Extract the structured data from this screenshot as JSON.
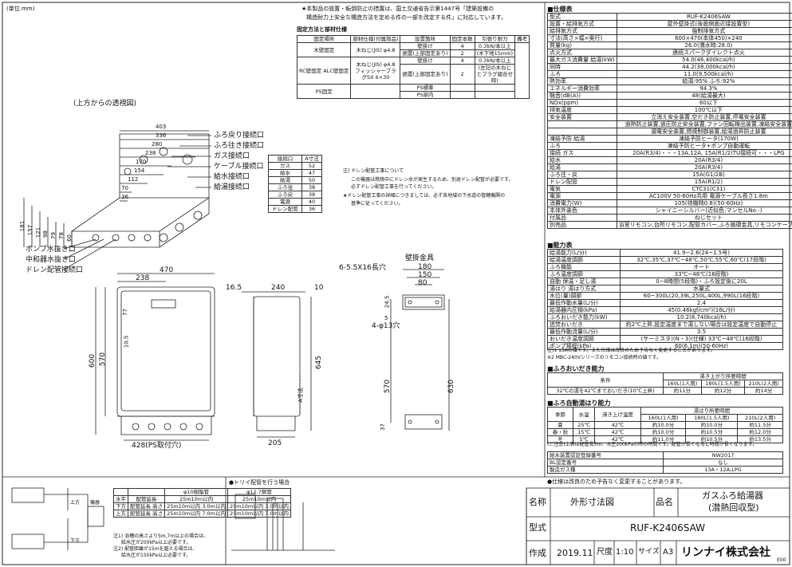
{
  "unit_note": "(単位:mm)",
  "top_note_1": "★本製品の設置・転倒防止の措置は、国土交通省告示第1447号「建築設備の",
  "top_note_2": "構造耐力上安全な構造方法を定める件の一部を改定する件」に対応しています。",
  "fix_title": "固定方法と部材仕様",
  "fix_headers": [
    "固定場所",
    "部材仕様(付属部品)",
    "設置箇所",
    "固定本数",
    "引張り耐力",
    "備考"
  ],
  "fix_rows": [
    [
      "木壁固定",
      "木ねじ(JIS) φ4.8",
      "壁掛け",
      "4",
      "0.3kN/本以上"
    ],
    [
      "",
      "",
      "据置(上部固定あり)",
      "2",
      "(木下地15mm)"
    ],
    [
      "RC壁固定 ALC壁固定",
      "木ねじ(JIS) φ4.8 フィッシャープラグSX 6×30",
      "壁掛け",
      "4",
      "0.3kN/本以上"
    ],
    [
      "",
      "",
      "据置(上部固定あり)",
      "2",
      "(左記の木ねじとプラグ組合せ時)"
    ],
    [
      "PS固定",
      "",
      "PS標準",
      "",
      ""
    ],
    [
      "",
      "",
      "PS扉内",
      "",
      ""
    ]
  ],
  "view_label": "(上方からの透視図)",
  "dims_top": [
    "403",
    "336",
    "280",
    "238",
    "170",
    "154",
    "112",
    "70",
    "36"
  ],
  "dims_side": [
    "181",
    "157",
    "121",
    "98",
    "79",
    "78",
    "60"
  ],
  "pipe_labels": [
    "ふろ戻り接続口",
    "ふろ往き接続口",
    "ガス接続口",
    "ケーブル接続口",
    "給水接続口",
    "給湯接続口"
  ],
  "bottom_labels": [
    "ポンプ水抜き口",
    "中和器水抜き口",
    "ドレン配管接続口"
  ],
  "a_table_headers": [
    "接続口",
    "A寸法"
  ],
  "a_table_rows": [
    [
      "ガス",
      "52"
    ],
    [
      "給水",
      "47"
    ],
    [
      "給湯",
      "50"
    ],
    [
      "ふろ往",
      "38"
    ],
    [
      "ふろ戻",
      "38"
    ],
    [
      "電源",
      "40"
    ],
    [
      "ドレン配管",
      "36"
    ]
  ],
  "drain_note_1": "注) ドレン配管工事について",
  "drain_note_2": "この機器は燃焼中にドレン水が発生するため、別途ドレン配管が必要です。",
  "drain_note_3": "必ずドレン配管工事を行ってください。",
  "drain_note_4": "★ドレン配管工事の詳細につきましては、必ず各地域の下水道の管轄機関の",
  "drain_note_5": "基準に従ってください。",
  "front_dims": {
    "w470": "470",
    "w238": "238",
    "h600": "600",
    "h570": "570",
    "d77": "77",
    "d105": "10.5",
    "w428": "428(PS取付穴)"
  },
  "side_dims": {
    "d165": "16.5",
    "d240": "240",
    "d10": "10",
    "h645": "645",
    "w205": "205",
    "a": "A寸法"
  },
  "bracket_title": "壁掛金具",
  "bracket_dims": {
    "hole": "6-5.5X16長穴",
    "w180": "180",
    "w150": "150",
    "w80": "80",
    "d245": "24.5",
    "d5": "5",
    "holes": "4-φ13穴",
    "h570": "570",
    "h630": "630",
    "d37": "37"
  },
  "spec_title": "■仕様表",
  "spec_rows": [
    [
      "型式",
      "RUF-K2406SAW"
    ],
    [
      "設置・給排気方式",
      "屋外壁掛式(後面側面近接設置型)"
    ],
    [
      "給排気方式",
      "強制排気方式"
    ],
    [
      "寸法(高さ×幅×奥行)",
      "600×470(本体450)×240"
    ],
    [
      "質量(kg)",
      "26.0(満水時:28.0)"
    ],
    [
      "点火方式",
      "連続スパークダイレクト点火"
    ],
    [
      "最大ガス消費量 給湯(kW)",
      "54.0(46,400kcal/h)"
    ],
    [
      "同時",
      "44.2(38,000kcal/h)"
    ],
    [
      "ふろ",
      "11.0(9,500kcal/h)"
    ],
    [
      "熱効率",
      "給湯:95% ふろ:92%"
    ],
    [
      "エネルギー消費効率",
      "94.3%"
    ],
    [
      "騒音(dB(A))",
      "48(給湯最大)"
    ],
    [
      "NOx(ppm)",
      "60以下"
    ],
    [
      "排気温度",
      "100℃以下"
    ],
    [
      "安全装置",
      "立消え安全装置,空だき防止装置,停電安全装置"
    ],
    [
      "",
      "過熱防止装置,過圧防止安全装置,ファン回転検出装置,凍結安全装置"
    ],
    [
      "",
      "漏電安全装置,燃焼制御装置,給湯過昇防止装置"
    ],
    [
      "凍結予防 給湯",
      "凍結予防ヒータ(170W)"
    ],
    [
      "ふろ",
      "凍結予防ヒータ+ポンプ自動運転"
    ],
    [
      "接続 ガス",
      "20A(R3/4)・・・13A,12A, 15A(R1/2)TU接続可・・・LPG"
    ],
    [
      "給水",
      "20A(R3/4)"
    ],
    [
      "給湯",
      "20A(R3/4)"
    ],
    [
      "ふろ往・戻",
      "15A(G1/2B)"
    ],
    [
      "ドレン配管",
      "15A(R1/2)"
    ],
    [
      "電気",
      "CTC31(C31)"
    ],
    [
      "電源",
      "AC100V 50-60Hz共用 電源ケーブル長さ1.8m"
    ],
    [
      "消費電力(W)",
      "105(待機時0.8)(50-60Hz)"
    ],
    [
      "本体外装色",
      "シャイニーシルバー(近似色:マンセルNo.-)"
    ],
    [
      "付属品",
      "ねじセット"
    ],
    [
      "別売品",
      "浴室リモコン,台所リモコン,配管カバー,ふろ循環金具,リモコンケーブル"
    ]
  ],
  "perf_title": "■能力表",
  "perf_rows": [
    [
      "給湯能力(L/分)",
      "41.9~2.6(24~1.5号)"
    ],
    [
      "給湯温度調節",
      "32℃,35℃,37℃~48℃,50℃,55℃,60℃(17段階)"
    ],
    [
      "ふろ機能",
      "オート"
    ],
    [
      "ふろ温度調節",
      "33℃~48℃(16段階)"
    ],
    [
      "自動 保温・足し湯",
      "0~8時間(5段階)・ふろ設定後に20L"
    ],
    [
      "湯はり 湯はり方式",
      "水量式"
    ],
    [
      "水位(量)調節",
      "60~300L(20,39L,250L,400L,990L(16段階)"
    ],
    [
      "最低作動水量(L/分)",
      "2.4"
    ],
    [
      "給湯器内圧損(kPa)",
      "45(0.46kgf/cm²)(16L/分)"
    ],
    [
      "ふろおいだき能力(kW)",
      "10.2(8,740kcal/h)"
    ],
    [
      "追焚おいだき",
      "約2℃上昇,設定温度まで湯しない場合は設定温度で自動停止"
    ],
    [
      "最低作動流量(L/分)",
      "3.5"
    ],
    [
      "おいだき温度調節",
      "(サーミスタ)(N・3)(仕様) 33℃~48℃(16段階)"
    ],
    [
      "ポンプ揚程(kPa)",
      "60(6.1m)(50-60Hz)"
    ]
  ],
  "perf_note_1": "注)1 13Aの値です。また仕様は改良のため予告なく変更することがあります。",
  "perf_note_2": "※2 MBC-240Vシリーズのリモコン接続時の値です。",
  "oidaki_title": "■ふろおいだき能力",
  "oidaki_header": [
    "条件",
    "沸き上がり所要時間"
  ],
  "oidaki_sub": [
    "160L(1人用)",
    "180L(1.5人用)",
    "210L(2人用)"
  ],
  "oidaki_row": [
    "32℃の湯を42℃までおいだき(10℃上昇)",
    "約11分",
    "約12分",
    "約14分"
  ],
  "yuhari_title": "■ふろ自動湯はり能力",
  "yuhari_headers": [
    "季節",
    "水温",
    "沸き上げ温度",
    "湯はり所要時間"
  ],
  "yuhari_sub": [
    "160L(1人用)",
    "180L(1.5人用)",
    "210L(2人用)"
  ],
  "yuhari_rows": [
    [
      "夏",
      "25℃",
      "42℃",
      "約10.0分",
      "約10.0分",
      "約11.5分"
    ],
    [
      "春・秋",
      "15℃",
      "42℃",
      "約10.0分",
      "約10.5分",
      "約12.0分"
    ],
    [
      "冬",
      "5℃",
      "42℃",
      "約11.0分",
      "約10.5分",
      "約13.5分"
    ]
  ],
  "yuhari_note": "(ご注意)上表は配管長5m、水圧200kPaの時の時間です。配管が長くなると時間が長くなります。",
  "cert_rows": [
    [
      "給水装置認証登録番号",
      "NW2017"
    ],
    [
      "BL認定番号",
      "なし"
    ],
    [
      "製造ガス種",
      "13A・12A,LPG"
    ]
  ],
  "change_note": "●仕様は改良のため予告なく変更することがあります。",
  "title_block": {
    "l_name": "名称",
    "name_value": "外形寸法図",
    "l_product": "品名",
    "product_value_1": "ガスふろ給湯器",
    "product_value_2": "(潜熱回収型)",
    "l_model": "型式",
    "model_value": "RUF-K2406SAW",
    "l_made": "作成",
    "date": "2019.11",
    "l_scale": "尺度",
    "scale": "1:10",
    "l_size": "サイズ",
    "size": "A3",
    "company": "リンナイ株式会社",
    "code": "E00"
  },
  "pipe_table_headers": [
    "",
    "",
    "φ10樹脂管",
    "φ12.7銅管"
  ],
  "pipe_table_rows": [
    [
      "水平",
      "配管延長",
      "25m10m以内",
      "25m10m以内"
    ],
    [
      "下方",
      "配管延長 高さ",
      "25m10m以内 3.0m以内",
      "25m10m以内 3.0m以内"
    ],
    [
      "上方",
      "配管延長 高さ",
      "25m10m以内 7.0m以内",
      "25m10m以内 7.0m以内"
    ]
  ],
  "pipe_notes": [
    "注1) 浴槽の高さより5m,7m以上の場合は、",
    "給水圧が200kPa以上必要です。",
    "注2) 配管距離が15mを越える場合は、",
    "給水圧が150kPa以上必要です。"
  ],
  "side_up_label": "上方",
  "side_down_label": "下方",
  "unit_label": "機器",
  "trap_title": "●トリイ配管を行う場合"
}
